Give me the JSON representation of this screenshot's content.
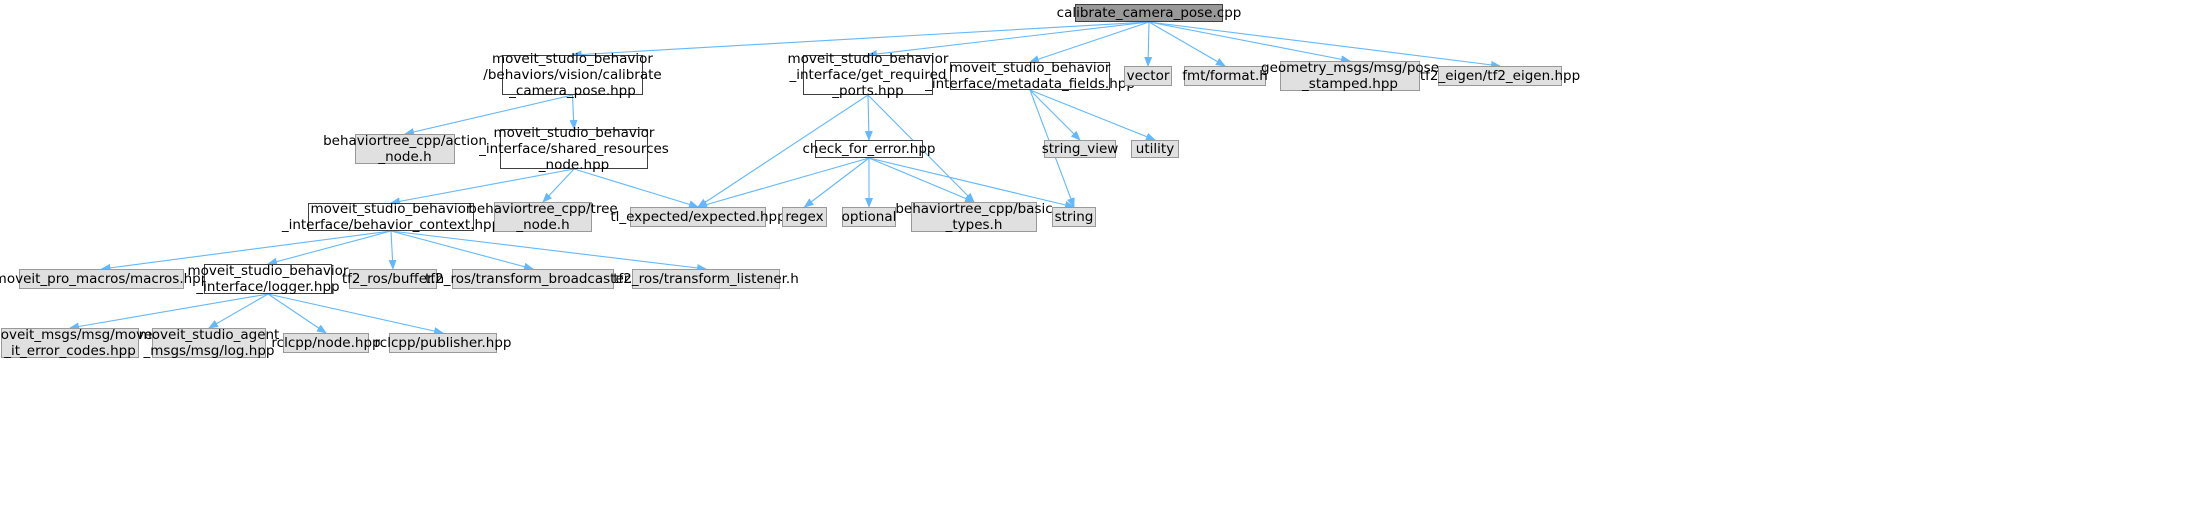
{
  "graph": {
    "edge_color": "#63b8ff",
    "root_fill": "#999999",
    "documented_fill": "#ffffff",
    "external_fill": "#e0e0e0",
    "nodes": [
      {
        "id": "root",
        "label": "calibrate_camera_pose.cpp",
        "kind": "root"
      },
      {
        "id": "calib",
        "label": "moveit_studio_behavior\n/behaviors/vision/calibrate\n_camera_pose.hpp",
        "kind": "documented"
      },
      {
        "id": "getreq",
        "label": "moveit_studio_behavior\n_interface/get_required\n_ports.hpp",
        "kind": "documented"
      },
      {
        "id": "meta",
        "label": "moveit_studio_behavior\n_interface/metadata_fields.hpp",
        "kind": "documented"
      },
      {
        "id": "vector",
        "label": "vector",
        "kind": "external"
      },
      {
        "id": "fmt",
        "label": "fmt/format.h",
        "kind": "external"
      },
      {
        "id": "geom",
        "label": "geometry_msgs/msg/pose\n_stamped.hpp",
        "kind": "external"
      },
      {
        "id": "tf2eigen",
        "label": "tf2_eigen/tf2_eigen.hpp",
        "kind": "external"
      },
      {
        "id": "actionnode",
        "label": "behaviortree_cpp/action\n_node.h",
        "kind": "external"
      },
      {
        "id": "shared",
        "label": "moveit_studio_behavior\n_interface/shared_resources\n_node.hpp",
        "kind": "documented"
      },
      {
        "id": "check",
        "label": "check_for_error.hpp",
        "kind": "documented"
      },
      {
        "id": "stringview",
        "label": "string_view",
        "kind": "external"
      },
      {
        "id": "utility",
        "label": "utility",
        "kind": "external"
      },
      {
        "id": "context",
        "label": "moveit_studio_behavior\n_interface/behavior_context.hpp",
        "kind": "documented"
      },
      {
        "id": "treenode",
        "label": "behaviortree_cpp/tree\n_node.h",
        "kind": "external"
      },
      {
        "id": "expected",
        "label": "tl_expected/expected.hpp",
        "kind": "external"
      },
      {
        "id": "regex",
        "label": "regex",
        "kind": "external"
      },
      {
        "id": "optional",
        "label": "optional",
        "kind": "external"
      },
      {
        "id": "basictypes",
        "label": "behaviortree_cpp/basic\n_types.h",
        "kind": "external"
      },
      {
        "id": "string",
        "label": "string",
        "kind": "external"
      },
      {
        "id": "macros",
        "label": "moveit_pro_macros/macros.hpp",
        "kind": "external"
      },
      {
        "id": "logger",
        "label": "moveit_studio_behavior\n_interface/logger.hpp",
        "kind": "documented"
      },
      {
        "id": "buffer",
        "label": "tf2_ros/buffer.h",
        "kind": "external"
      },
      {
        "id": "broadcaster",
        "label": "tf2_ros/transform_broadcaster.h",
        "kind": "external"
      },
      {
        "id": "listener",
        "label": "tf2_ros/transform_listener.h",
        "kind": "external"
      },
      {
        "id": "moveerr",
        "label": "moveit_msgs/msg/move\n_it_error_codes.hpp",
        "kind": "external"
      },
      {
        "id": "agentlog",
        "label": "moveit_studio_agent\n_msgs/msg/log.hpp",
        "kind": "external"
      },
      {
        "id": "rclnode",
        "label": "rclcpp/node.hpp",
        "kind": "external"
      },
      {
        "id": "rclpub",
        "label": "rclcpp/publisher.hpp",
        "kind": "external"
      }
    ],
    "edges": [
      [
        "root",
        "calib"
      ],
      [
        "root",
        "getreq"
      ],
      [
        "root",
        "meta"
      ],
      [
        "root",
        "vector"
      ],
      [
        "root",
        "fmt"
      ],
      [
        "root",
        "geom"
      ],
      [
        "root",
        "tf2eigen"
      ],
      [
        "calib",
        "actionnode"
      ],
      [
        "calib",
        "shared"
      ],
      [
        "getreq",
        "check"
      ],
      [
        "getreq",
        "expected"
      ],
      [
        "getreq",
        "basictypes"
      ],
      [
        "meta",
        "stringview"
      ],
      [
        "meta",
        "utility"
      ],
      [
        "meta",
        "string"
      ],
      [
        "shared",
        "context"
      ],
      [
        "shared",
        "treenode"
      ],
      [
        "shared",
        "expected"
      ],
      [
        "check",
        "expected"
      ],
      [
        "check",
        "regex"
      ],
      [
        "check",
        "optional"
      ],
      [
        "check",
        "basictypes"
      ],
      [
        "check",
        "string"
      ],
      [
        "context",
        "macros"
      ],
      [
        "context",
        "logger"
      ],
      [
        "context",
        "buffer"
      ],
      [
        "context",
        "broadcaster"
      ],
      [
        "context",
        "listener"
      ],
      [
        "logger",
        "moveerr"
      ],
      [
        "logger",
        "agentlog"
      ],
      [
        "logger",
        "rclnode"
      ],
      [
        "logger",
        "rclpub"
      ]
    ]
  }
}
